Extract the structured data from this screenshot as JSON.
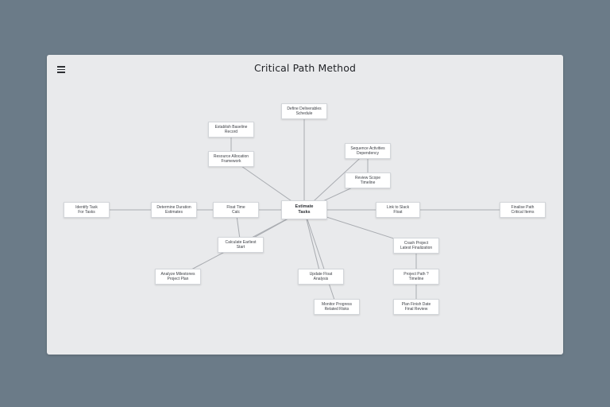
{
  "header": {
    "title": "Critical Path Method",
    "menu_icon": "hamburger-menu-icon"
  },
  "colors": {
    "background": "#6b7b88",
    "canvas": "#e9eaec",
    "node_fill": "#ffffff",
    "edge": "#a9acb1"
  },
  "diagram": {
    "nodes": [
      {
        "id": "center",
        "label": "Estimate\nTasks",
        "kind": "center"
      },
      {
        "id": "top",
        "label": "Define Deliverables\nSchedule"
      },
      {
        "id": "ul1",
        "label": "Establish Baseline\nRecord"
      },
      {
        "id": "ul2",
        "label": "Resource Allocation\nFramework"
      },
      {
        "id": "ur1",
        "label": "Sequence Activities\nDependency"
      },
      {
        "id": "ur2",
        "label": "Review Scope\nTimeline"
      },
      {
        "id": "l1",
        "label": "Identify Task\nFor Tasks"
      },
      {
        "id": "l2",
        "label": "Determine Duration\nEstimates"
      },
      {
        "id": "l3",
        "label": "Float Time\nCalc"
      },
      {
        "id": "r1",
        "label": "Link to Slack\nFloat"
      },
      {
        "id": "r2",
        "label": "Finalise Path\nCritical Items"
      },
      {
        "id": "ml",
        "label": "Calculate Earliest\nStart"
      },
      {
        "id": "bl",
        "label": "Analyze Milestones\nProject Plan"
      },
      {
        "id": "bc1",
        "label": "Update Float\nAnalysis"
      },
      {
        "id": "bc2",
        "label": "Monitor Progress\nRelated Risks"
      },
      {
        "id": "br1",
        "label": "Crash Project\nLatest Finalization"
      },
      {
        "id": "br2",
        "label": "Project Path ?\nTimeline"
      },
      {
        "id": "br3",
        "label": "Plan Finish Date\nFinal Review"
      }
    ]
  }
}
